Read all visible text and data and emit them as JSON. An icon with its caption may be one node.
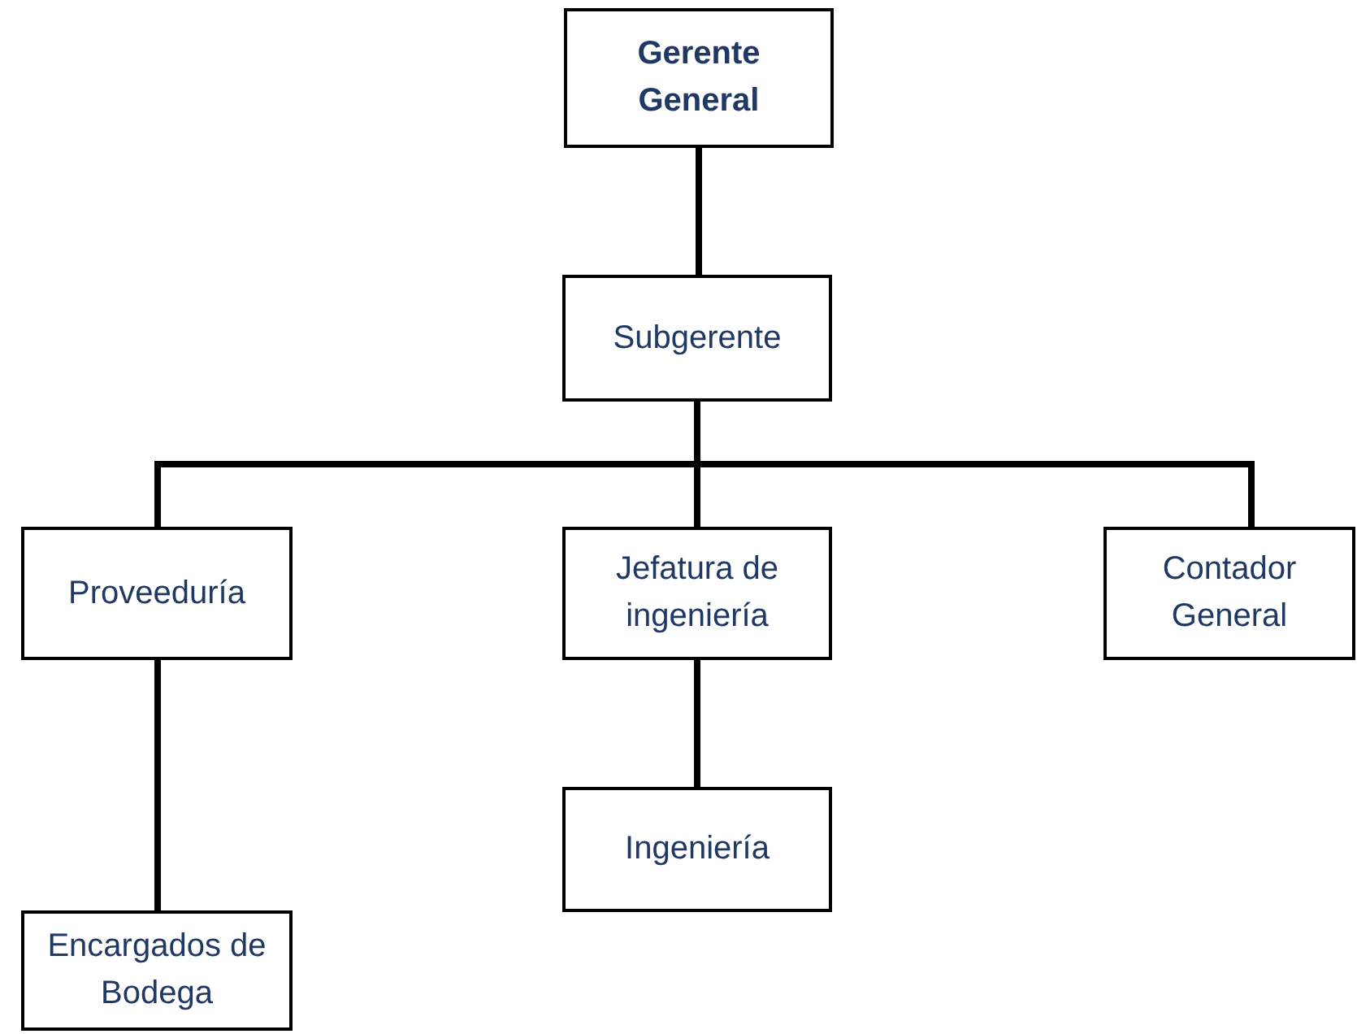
{
  "diagram": {
    "nodes": [
      {
        "text": [
          "Gerente General"
        ]
      },
      {
        "text": [
          "Subgerente"
        ]
      },
      {
        "text": [
          "Proveeduría"
        ]
      },
      {
        "text": [
          "Jefatura de ingeniería"
        ]
      },
      {
        "text": [
          "Contador General"
        ]
      },
      {
        "text": [
          "Ingeniería"
        ]
      },
      {
        "text": [
          "Encargados de Bodega"
        ]
      }
    ],
    "edges": [
      {
        "from": 0,
        "to": 1,
        "arrow": "none"
      },
      {
        "from": 1,
        "to": 2,
        "arrow": "none"
      },
      {
        "from": 1,
        "to": 3,
        "arrow": "none"
      },
      {
        "from": 1,
        "to": 4,
        "arrow": "none"
      },
      {
        "from": 3,
        "to": 5,
        "arrow": "none"
      },
      {
        "from": 2,
        "to": 6,
        "arrow": "none"
      }
    ]
  }
}
